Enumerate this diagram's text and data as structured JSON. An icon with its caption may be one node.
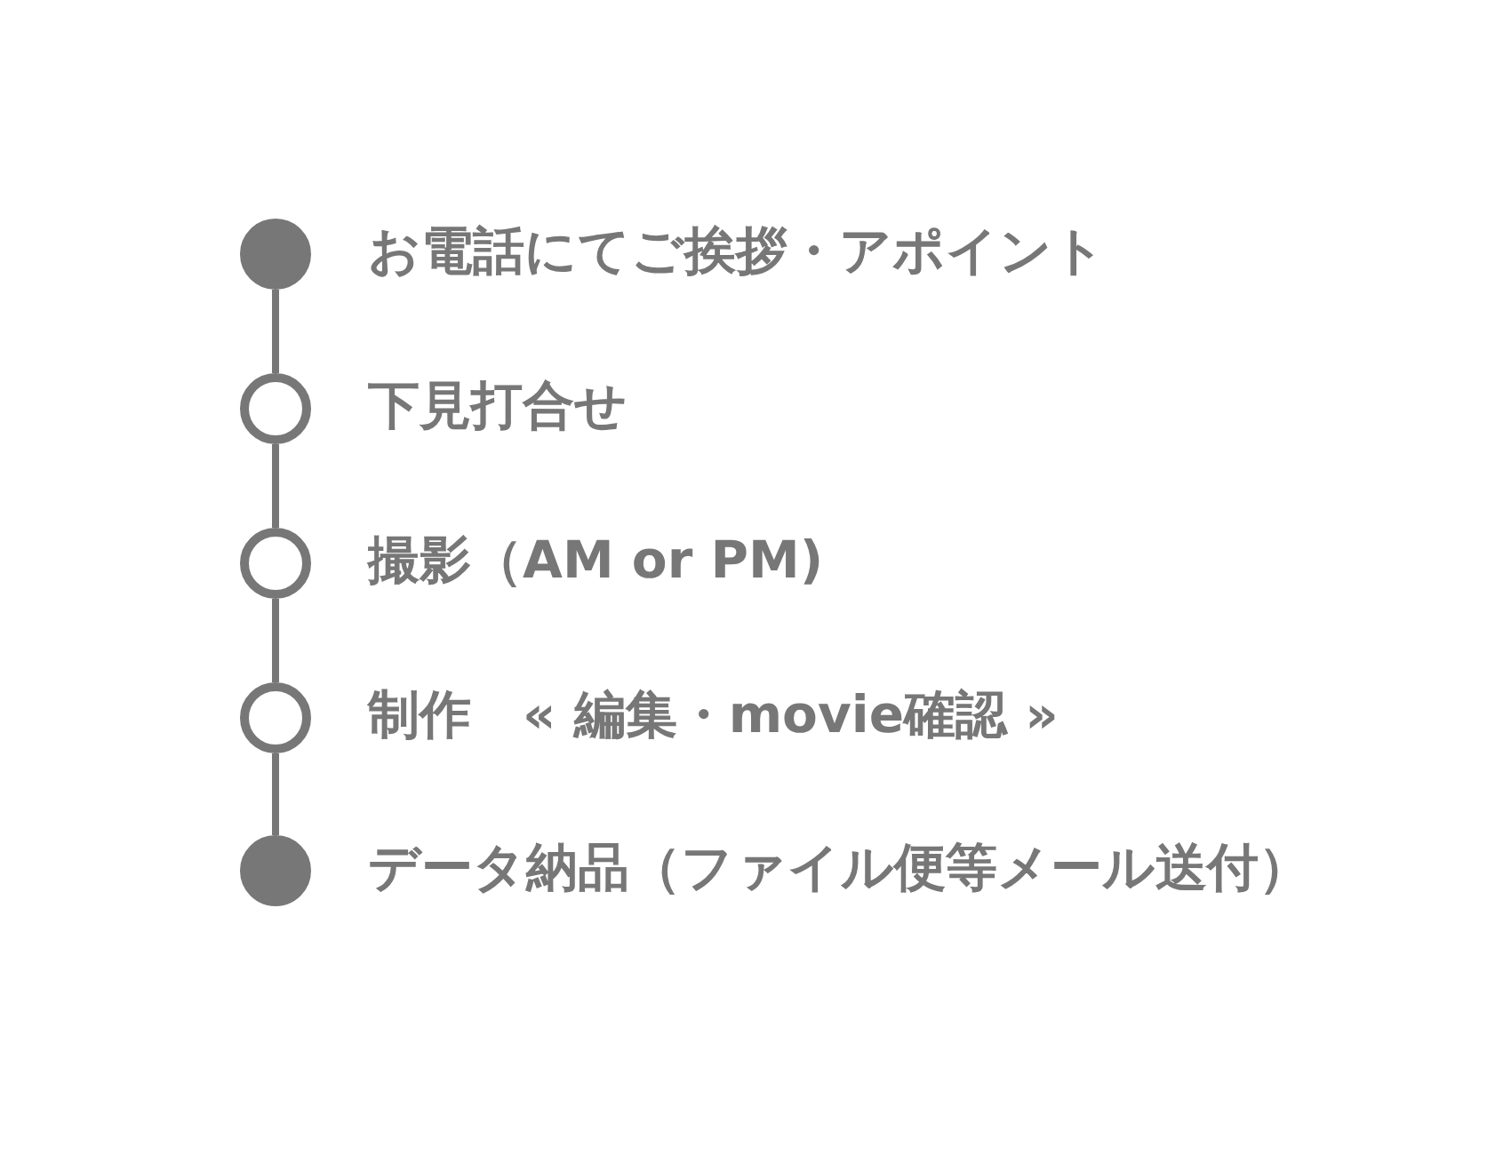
{
  "diagram": {
    "nodes": [
      {
        "text": [],
        "shape": "circle",
        "beside": [
          "お電話にてご挨拶・アポイント"
        ]
      },
      {
        "text": [],
        "shape": "circle",
        "beside": [
          "下見打合せ"
        ]
      },
      {
        "text": [],
        "shape": "circle",
        "beside": [
          "撮影（AM or PM)"
        ]
      },
      {
        "text": [],
        "shape": "circle",
        "beside": [
          "制作　« 編集・movie確認 »"
        ]
      },
      {
        "text": [],
        "shape": "circle",
        "beside": [
          "データ納品（ファイル便等メール送付）"
        ]
      }
    ],
    "edges": [
      {
        "from": 0,
        "to": 1,
        "arrow": "none"
      },
      {
        "from": 1,
        "to": 2,
        "arrow": "none"
      },
      {
        "from": 2,
        "to": 3,
        "arrow": "none"
      },
      {
        "from": 3,
        "to": 4,
        "arrow": "none"
      }
    ]
  }
}
